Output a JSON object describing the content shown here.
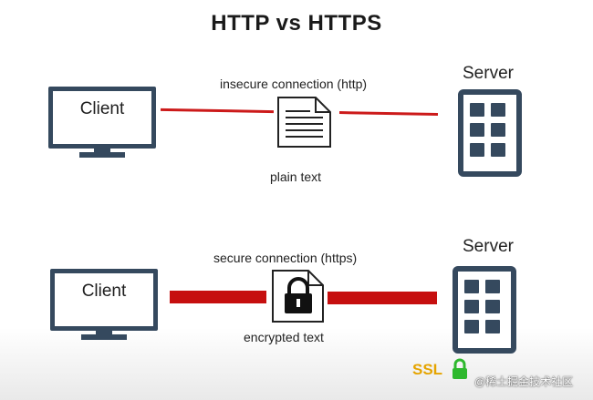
{
  "title": "HTTP vs HTTPS",
  "top": {
    "client_label": "Client",
    "server_label": "Server",
    "connection_label": "insecure connection (http)",
    "document_label": "plain text"
  },
  "bottom": {
    "client_label": "Client",
    "server_label": "Server",
    "connection_label": "secure connection (https)",
    "document_label": "encrypted text",
    "ssl_label": "SSL"
  },
  "watermark": "@稀土掘金技术社区",
  "colors": {
    "icon": "#35495e",
    "connection": "#c60f0f",
    "ssl": "#e5a400",
    "ssl_lock": "#2eb82e"
  }
}
